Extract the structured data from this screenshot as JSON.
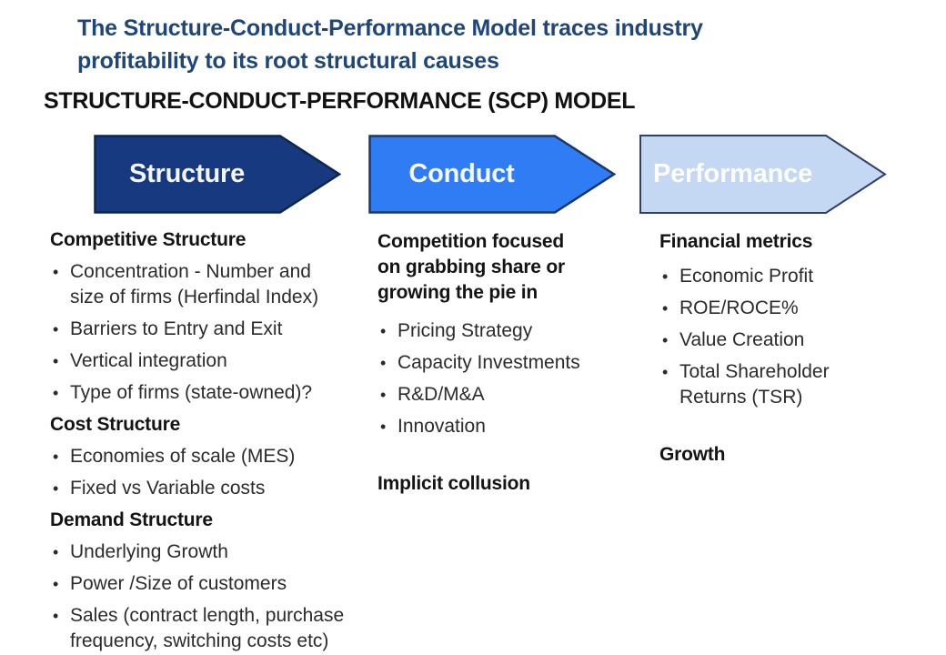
{
  "slide": {
    "title": "The Structure-Conduct-Performance  Model traces industry\nprofitability to its root structural causes",
    "heading": "STRUCTURE-CONDUCT-PERFORMANCE (SCP) MODEL"
  },
  "colors": {
    "title_blue": "#1F4679",
    "text_black": "#141414"
  },
  "arrows": [
    {
      "label": "Structure",
      "fill": "#17397F",
      "stroke": "#0D2551"
    },
    {
      "label": "Conduct",
      "fill": "#307CF5",
      "stroke": "#1B3768"
    },
    {
      "label": "Performance",
      "fill": "#C5D8F3",
      "stroke": "#2F3F66"
    }
  ],
  "columns": [
    {
      "name": "structure",
      "items": [
        {
          "type": "header",
          "text": "Competitive Structure"
        },
        {
          "type": "bullet",
          "text": "Concentration  - Number and\nsize of firms (Herfindal Index)"
        },
        {
          "type": "bullet",
          "text": "Barriers to Entry and Exit"
        },
        {
          "type": "bullet",
          "text": "Vertical integration"
        },
        {
          "type": "bullet",
          "text": "Type of firms (state-owned)?"
        },
        {
          "type": "header",
          "text": "Cost Structure"
        },
        {
          "type": "bullet",
          "text": "Economies of scale (MES)"
        },
        {
          "type": "bullet",
          "text": "Fixed vs Variable costs"
        },
        {
          "type": "header",
          "text": "Demand Structure"
        },
        {
          "type": "bullet",
          "text": "Underlying Growth"
        },
        {
          "type": "bullet",
          "text": "Power /Size of customers"
        },
        {
          "type": "bullet",
          "text": "Sales (contract length, purchase\nfrequency, switching costs etc)"
        }
      ]
    },
    {
      "name": "conduct",
      "items": [
        {
          "type": "header",
          "text": "Competition focused\non grabbing share or\ngrowing the pie in"
        },
        {
          "type": "bullet",
          "text": "Pricing Strategy"
        },
        {
          "type": "bullet",
          "text": "Capacity Investments"
        },
        {
          "type": "bullet",
          "text": "R&D/M&A"
        },
        {
          "type": "bullet",
          "text": "Innovation"
        },
        {
          "type": "spacer"
        },
        {
          "type": "header",
          "text": "Implicit collusion"
        }
      ]
    },
    {
      "name": "performance",
      "items": [
        {
          "type": "header",
          "text": "Financial metrics"
        },
        {
          "type": "bullet",
          "text": "Economic Profit"
        },
        {
          "type": "bullet",
          "text": "ROE/ROCE%"
        },
        {
          "type": "bullet",
          "text": "Value Creation"
        },
        {
          "type": "bullet",
          "text": "Total Shareholder\nReturns (TSR)"
        },
        {
          "type": "spacer"
        },
        {
          "type": "header",
          "text": "Growth"
        }
      ]
    }
  ]
}
